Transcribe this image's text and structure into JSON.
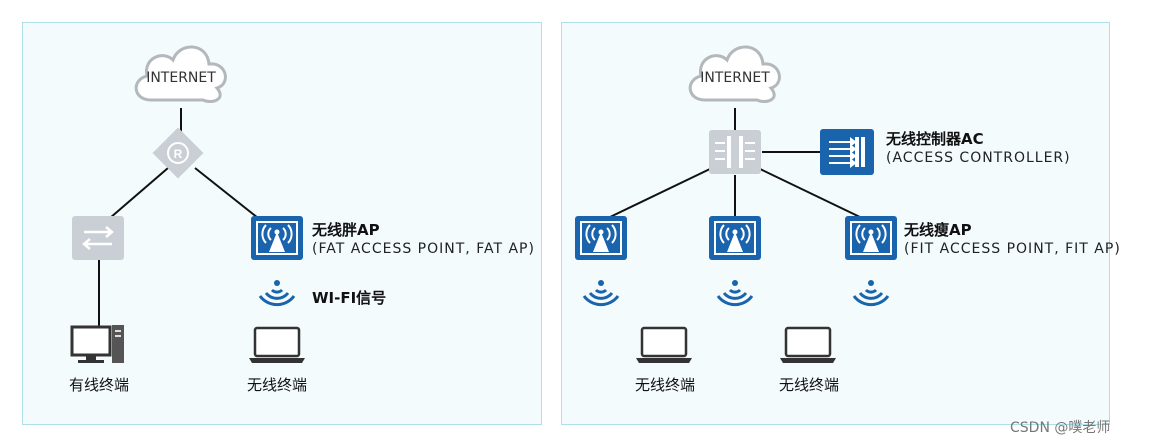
{
  "left": {
    "internet": "INTERNET",
    "wired_terminal": "有线终端",
    "wireless_terminal": "无线终端",
    "fat_ap_title": "无线胖AP",
    "fat_ap_sub": "(FAT ACCESS POINT, FAT AP)",
    "wifi_label": "WI-FI信号"
  },
  "right": {
    "internet": "INTERNET",
    "ac_title": "无线控制器AC",
    "ac_sub": "(ACCESS CONTROLLER)",
    "fit_ap_title": "无线瘦AP",
    "fit_ap_sub": "(FIT ACCESS POINT, FIT AP)",
    "wireless_terminal_1": "无线终端",
    "wireless_terminal_2": "无线终端"
  },
  "watermark": "CSDN @噗老师",
  "colors": {
    "ap_blue": "#1a63ad",
    "device_gray": "#c9cfd4",
    "panel_fill": "#f3fbfd",
    "panel_border": "#aee0ea"
  }
}
